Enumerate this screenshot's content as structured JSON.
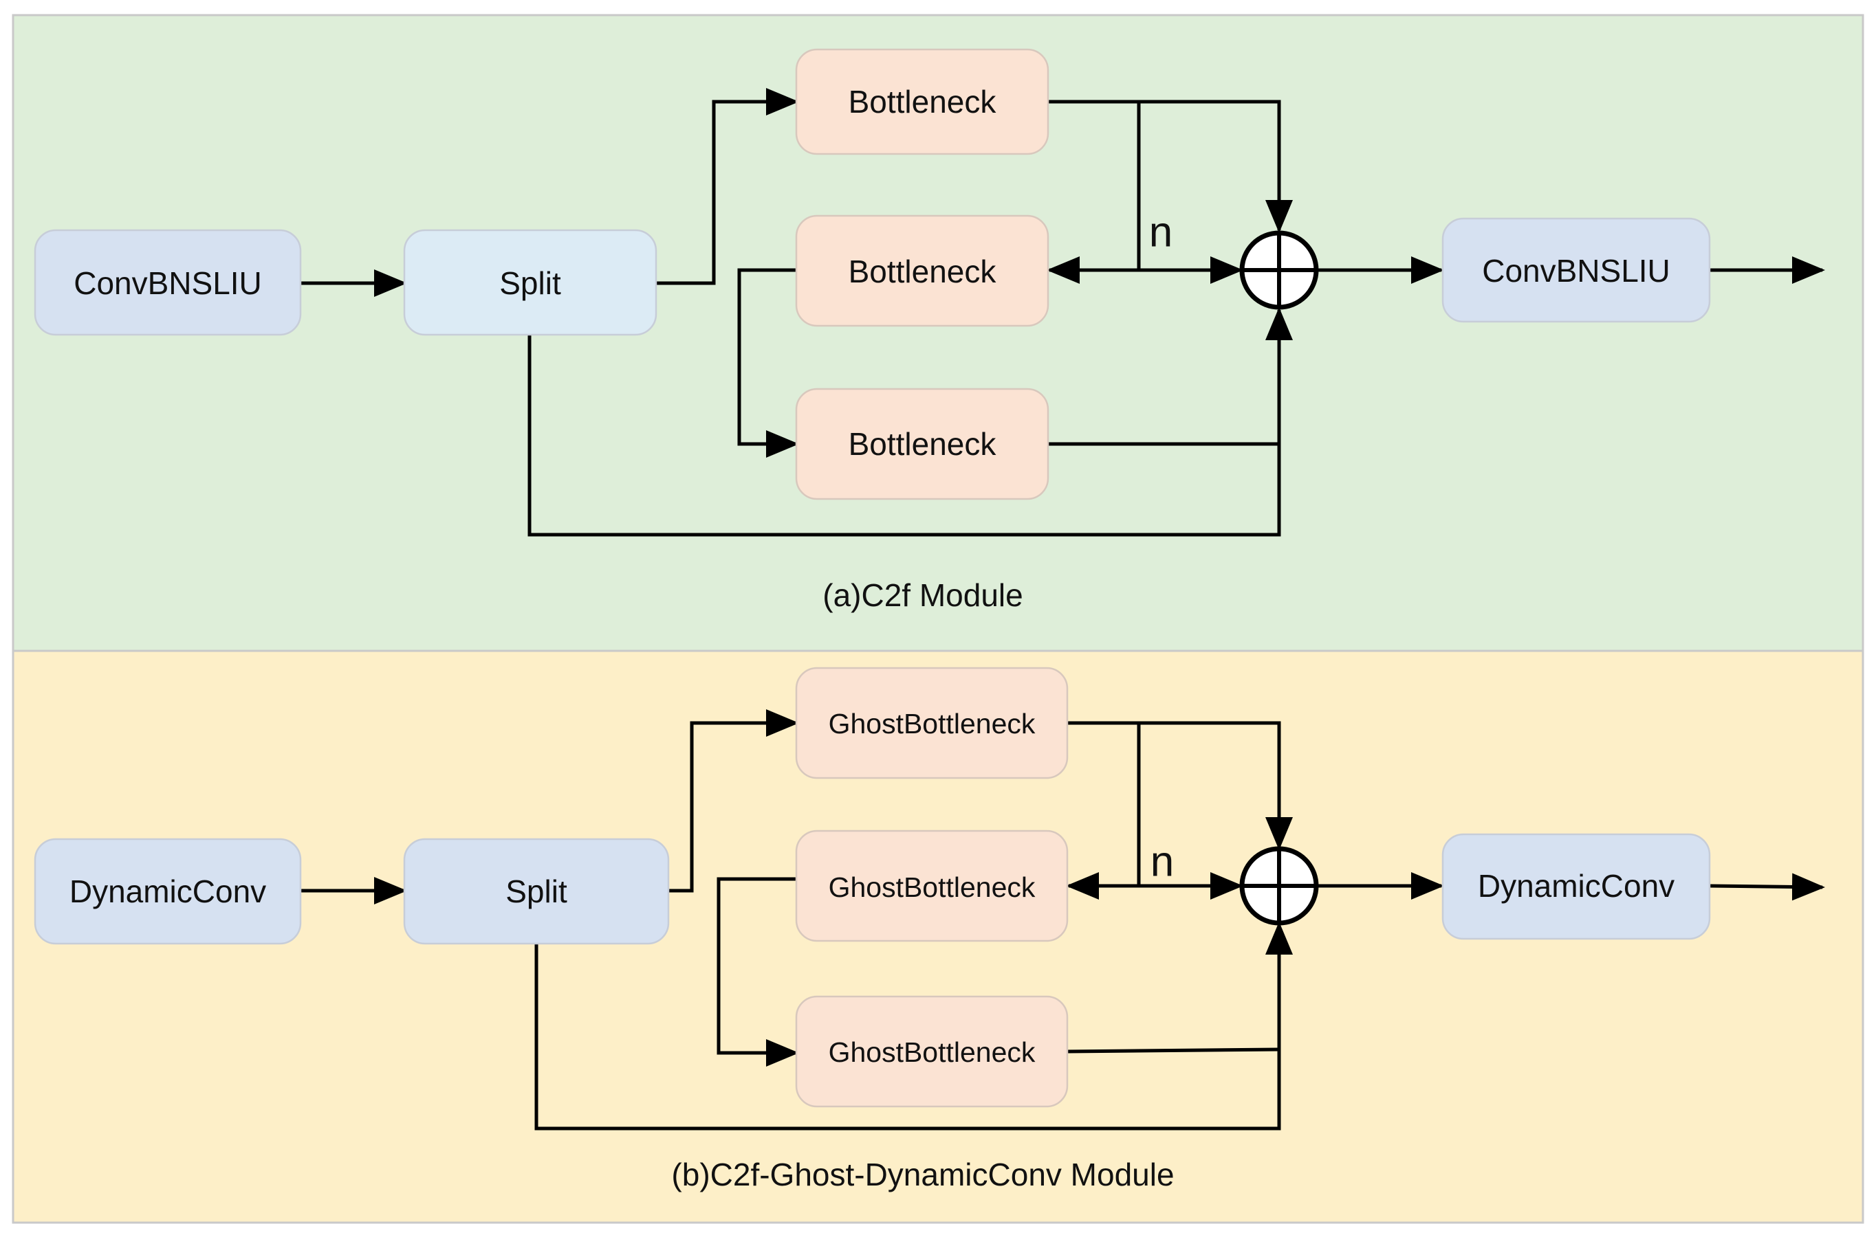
{
  "panel_a": {
    "input_label": "ConvBNSLIU",
    "split_label": "Split",
    "bottleneck_labels": [
      "Bottleneck",
      "Bottleneck",
      "Bottleneck"
    ],
    "repeat_label": "n",
    "output_label": "ConvBNSLIU",
    "caption": "(a)C2f Module"
  },
  "panel_b": {
    "input_label": "DynamicConv",
    "split_label": "Split",
    "bottleneck_labels": [
      "GhostBottleneck",
      "GhostBottleneck",
      "GhostBottleneck"
    ],
    "repeat_label": "n",
    "output_label": "DynamicConv",
    "caption": "(b)C2f-Ghost-DynamicConv Module"
  },
  "colors": {
    "panel_a_bg": "#deeed9",
    "panel_b_bg": "#fdefc8",
    "conv_box": "#d6e1f1",
    "bottleneck_box": "#fbe3d3",
    "line": "#000000"
  }
}
